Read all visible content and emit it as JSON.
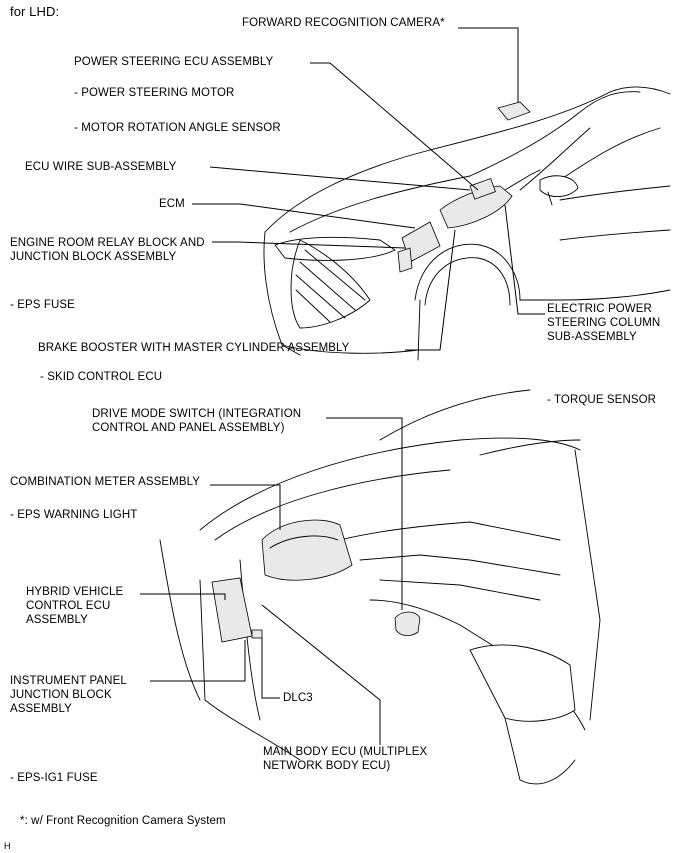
{
  "header": {
    "variant": "for LHD:"
  },
  "labels": {
    "forward_camera": "FORWARD RECOGNITION CAMERA*",
    "ps_ecu": "POWER STEERING ECU ASSEMBLY",
    "ps_motor": "- POWER STEERING MOTOR",
    "motor_angle": "- MOTOR ROTATION ANGLE SENSOR",
    "ecu_wire": "ECU WIRE SUB-ASSEMBLY",
    "ecm": "ECM",
    "relay_block": "ENGINE ROOM RELAY BLOCK AND\nJUNCTION BLOCK ASSEMBLY",
    "eps_fuse": "- EPS FUSE",
    "brake_booster": "BRAKE BOOSTER WITH MASTER CYLINDER ASSEMBLY",
    "skid_ecu": "- SKID CONTROL ECU",
    "eps_column": "ELECTRIC POWER\nSTEERING COLUMN\nSUB-ASSEMBLY",
    "torque_sensor": "- TORQUE SENSOR",
    "drive_mode": "DRIVE MODE SWITCH (INTEGRATION\nCONTROL AND PANEL ASSEMBLY)",
    "combo_meter": "COMBINATION METER ASSEMBLY",
    "eps_warning": "- EPS WARNING LIGHT",
    "hv_ecu": "HYBRID VEHICLE\nCONTROL ECU\nASSEMBLY",
    "ip_junction": "INSTRUMENT PANEL\nJUNCTION BLOCK\nASSEMBLY",
    "dlc3": "DLC3",
    "main_body": "MAIN BODY ECU (MULTIPLEX\nNETWORK BODY ECU)",
    "eps_ig1": "- EPS-IG1 FUSE"
  },
  "footnote": "*: w/ Front Recognition Camera System",
  "corner_mark": "H"
}
